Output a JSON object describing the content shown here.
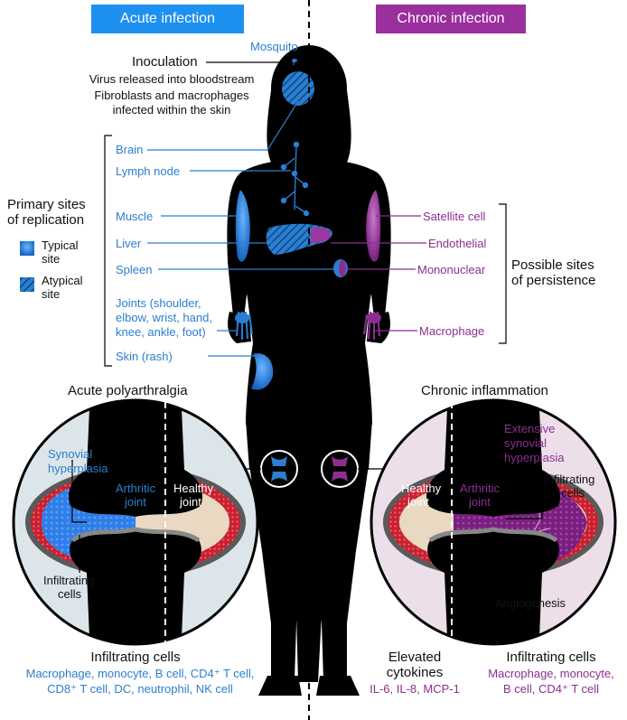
{
  "headers": {
    "acute": "Acute infection",
    "chronic": "Chronic infection"
  },
  "colors": {
    "acute": "#2a7fd0",
    "chronic": "#8b2f8f",
    "silhouette": "#000000",
    "acute_header_bg": "#1e90f0",
    "chronic_header_bg": "#9a2f9e"
  },
  "top": {
    "mosquito": "Mosquito",
    "inoculation": "Inoculation",
    "line1": "Virus released into bloodstream",
    "line2a": "Fibroblasts and macrophages",
    "line2b": "infected within the skin"
  },
  "legend": {
    "title_a": "Primary sites",
    "title_b": "of replication",
    "typical_a": "Typical",
    "typical_b": "site",
    "atypical_a": "Atypical",
    "atypical_b": "site"
  },
  "acute_sites": {
    "brain": "Brain",
    "lymph": "Lymph node",
    "muscle": "Muscle",
    "liver": "Liver",
    "spleen": "Spleen",
    "joints1": "Joints (shoulder,",
    "joints2": "elbow, wrist, hand,",
    "joints3": "knee, ankle, foot)",
    "skin": "Skin (rash)"
  },
  "chronic_sites": {
    "satellite": "Satellite cell",
    "endothelial": "Endothelial",
    "mononuclear": "Mononuclear",
    "macrophage": "Macrophage",
    "title_a": "Possible sites",
    "title_b": "of persistence"
  },
  "acute_joint": {
    "title": "Acute polyarthralgia",
    "synovial1": "Synovial",
    "synovial2": "hyperplasia",
    "arthritic1": "Arthritic",
    "arthritic2": "joint",
    "healthy1": "Healthy",
    "healthy2": "joint",
    "infil1": "Infiltrating",
    "infil2": "cells"
  },
  "chronic_joint": {
    "title": "Chronic inflammation",
    "ext1": "Extensive",
    "ext2": "synovial",
    "ext3": "hyperplasia",
    "healthy1": "Healthy",
    "healthy2": "joint",
    "arthritic1": "Arthritic",
    "arthritic2": "joint",
    "infil1": "Infiltrating",
    "infil2": "cells",
    "angio": "Angiogenesis"
  },
  "bottom": {
    "acute_title": "Infiltrating cells",
    "acute_line1": "Macrophage, monocyte, B cell, CD4⁺ T cell,",
    "acute_line2": "CD8⁺ T cell, DC, neutrophil, NK cell",
    "cyto1": "Elevated",
    "cyto2": "cytokines",
    "cyto_list": "IL-6, IL-8, MCP-1",
    "chronic_title": "Infiltrating cells",
    "chronic_line1": "Macrophage, monocyte,",
    "chronic_line2": "B cell, CD4⁺ T cell"
  }
}
